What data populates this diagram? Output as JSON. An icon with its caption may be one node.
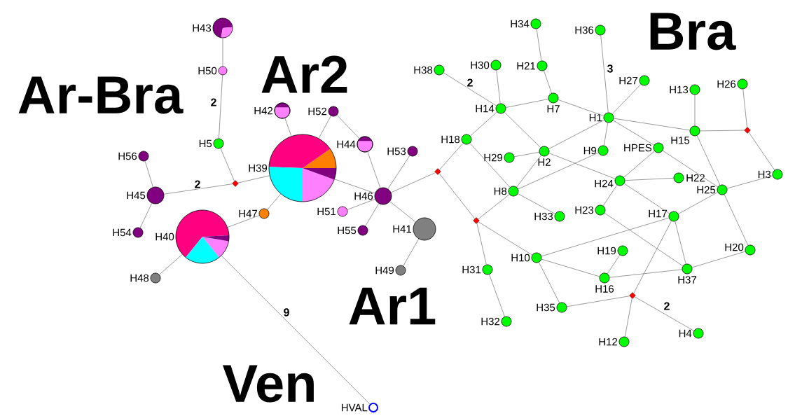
{
  "diagram": {
    "nodes": [
      {
        "text": [],
        "shape": "circle",
        "beside": [
          "H43"
        ]
      },
      {
        "text": [],
        "shape": "circle",
        "beside": [
          "H50"
        ]
      },
      {
        "text": [],
        "shape": "circle",
        "beside": [
          "H5"
        ]
      },
      {
        "text": [],
        "shape": "circle",
        "beside": [
          "H42"
        ]
      },
      {
        "text": [],
        "shape": "circle",
        "beside": [
          "H52"
        ]
      },
      {
        "text": [],
        "shape": "circle",
        "beside": [
          "H44"
        ]
      },
      {
        "text": [],
        "shape": "circle",
        "beside": [
          "H53"
        ]
      },
      {
        "text": [],
        "shape": "circle",
        "beside": [
          "H56"
        ]
      },
      {
        "text": [],
        "shape": "circle",
        "beside": [
          "H45"
        ]
      },
      {
        "text": [],
        "shape": "circle",
        "beside": [
          "H39"
        ]
      },
      {
        "text": [],
        "shape": "circle",
        "beside": [
          "H46"
        ]
      },
      {
        "text": [],
        "shape": "circle",
        "beside": [
          "H51"
        ]
      },
      {
        "text": [],
        "shape": "circle",
        "beside": [
          "H55"
        ]
      },
      {
        "text": [],
        "shape": "circle",
        "beside": [
          "H41"
        ]
      },
      {
        "text": [],
        "shape": "circle",
        "beside": [
          "H47"
        ]
      },
      {
        "text": [],
        "shape": "circle",
        "beside": [
          "H40"
        ]
      },
      {
        "text": [],
        "shape": "circle",
        "beside": [
          "H54"
        ]
      },
      {
        "text": [],
        "shape": "circle",
        "beside": [
          "H48"
        ]
      },
      {
        "text": [],
        "shape": "circle",
        "beside": [
          "H49"
        ]
      },
      {
        "text": [],
        "shape": "circle",
        "beside": [
          "HVAL"
        ]
      },
      {
        "text": [],
        "shape": "diamond"
      },
      {
        "text": [],
        "shape": "diamond"
      },
      {
        "text": [],
        "shape": "diamond"
      },
      {
        "text": [],
        "shape": "diamond"
      },
      {
        "text": [],
        "shape": "diamond"
      },
      {
        "text": [],
        "shape": "circle",
        "beside": [
          "H34"
        ]
      },
      {
        "text": [],
        "shape": "circle",
        "beside": [
          "H36"
        ]
      },
      {
        "text": [],
        "shape": "circle",
        "beside": [
          "H30"
        ]
      },
      {
        "text": [],
        "shape": "circle",
        "beside": [
          "H21"
        ]
      },
      {
        "text": [],
        "shape": "circle",
        "beside": [
          "H38"
        ]
      },
      {
        "text": [],
        "shape": "circle",
        "beside": [
          "H27"
        ]
      },
      {
        "text": [],
        "shape": "circle",
        "beside": [
          "H13"
        ]
      },
      {
        "text": [],
        "shape": "circle",
        "beside": [
          "H26"
        ]
      },
      {
        "text": [],
        "shape": "circle",
        "beside": [
          "H7"
        ]
      },
      {
        "text": [],
        "shape": "circle",
        "beside": [
          "H14"
        ]
      },
      {
        "text": [],
        "shape": "circle",
        "beside": [
          "H1"
        ]
      },
      {
        "text": [],
        "shape": "circle",
        "beside": [
          "H15"
        ]
      },
      {
        "text": [],
        "shape": "circle",
        "beside": [
          "H18"
        ]
      },
      {
        "text": [],
        "shape": "circle",
        "beside": [
          "H29"
        ]
      },
      {
        "text": [],
        "shape": "circle",
        "beside": [
          "H2"
        ]
      },
      {
        "text": [],
        "shape": "circle",
        "beside": [
          "H9"
        ]
      },
      {
        "text": [],
        "shape": "circle",
        "beside": [
          "HPES"
        ]
      },
      {
        "text": [],
        "shape": "circle",
        "beside": [
          "H22"
        ]
      },
      {
        "text": [],
        "shape": "circle",
        "beside": [
          "H24"
        ]
      },
      {
        "text": [],
        "shape": "circle",
        "beside": [
          "H3"
        ]
      },
      {
        "text": [],
        "shape": "circle",
        "beside": [
          "H25"
        ]
      },
      {
        "text": [],
        "shape": "circle",
        "beside": [
          "H8"
        ]
      },
      {
        "text": [],
        "shape": "circle",
        "beside": [
          "H33"
        ]
      },
      {
        "text": [],
        "shape": "circle",
        "beside": [
          "H23"
        ]
      },
      {
        "text": [],
        "shape": "circle",
        "beside": [
          "H17"
        ]
      },
      {
        "text": [],
        "shape": "circle",
        "beside": [
          "H19"
        ]
      },
      {
        "text": [],
        "shape": "circle",
        "beside": [
          "H10"
        ]
      },
      {
        "text": [],
        "shape": "circle",
        "beside": [
          "H16"
        ]
      },
      {
        "text": [],
        "shape": "circle",
        "beside": [
          "H37"
        ]
      },
      {
        "text": [],
        "shape": "circle",
        "beside": [
          "H20"
        ]
      },
      {
        "text": [],
        "shape": "circle",
        "beside": [
          "H31"
        ]
      },
      {
        "text": [],
        "shape": "circle",
        "beside": [
          "H35"
        ]
      },
      {
        "text": [],
        "shape": "circle",
        "beside": [
          "H32"
        ]
      },
      {
        "text": [],
        "shape": "circle",
        "beside": [
          "H12"
        ]
      },
      {
        "text": [],
        "shape": "circle",
        "beside": [
          "H4"
        ]
      }
    ],
    "edges": [
      {
        "from": 0,
        "to": 1,
        "arrow": "none"
      },
      {
        "from": 1,
        "to": 2,
        "arrow": "none",
        "label": "2"
      },
      {
        "from": 2,
        "to": 20,
        "arrow": "none"
      },
      {
        "from": 8,
        "to": 20,
        "arrow": "none",
        "label": "2"
      },
      {
        "from": 20,
        "to": 9,
        "arrow": "none"
      },
      {
        "from": 7,
        "to": 8,
        "arrow": "none"
      },
      {
        "from": 8,
        "to": 16,
        "arrow": "none"
      },
      {
        "from": 3,
        "to": 9,
        "arrow": "none"
      },
      {
        "from": 4,
        "to": 9,
        "arrow": "none"
      },
      {
        "from": 4,
        "to": 5,
        "arrow": "none"
      },
      {
        "from": 5,
        "to": 10,
        "arrow": "none"
      },
      {
        "from": 6,
        "to": 10,
        "arrow": "none"
      },
      {
        "from": 9,
        "to": 10,
        "arrow": "none"
      },
      {
        "from": 11,
        "to": 10,
        "arrow": "none"
      },
      {
        "from": 12,
        "to": 10,
        "arrow": "none"
      },
      {
        "from": 13,
        "to": 10,
        "arrow": "none"
      },
      {
        "from": 13,
        "to": 18,
        "arrow": "none"
      },
      {
        "from": 14,
        "to": 9,
        "arrow": "none"
      },
      {
        "from": 14,
        "to": 15,
        "arrow": "none"
      },
      {
        "from": 15,
        "to": 17,
        "arrow": "none"
      },
      {
        "from": 15,
        "to": 19,
        "arrow": "none",
        "label": "9"
      },
      {
        "from": 10,
        "to": 21,
        "arrow": "none"
      },
      {
        "from": 21,
        "to": 37,
        "arrow": "none"
      },
      {
        "from": 21,
        "to": 22,
        "arrow": "none"
      },
      {
        "from": 37,
        "to": 34,
        "arrow": "none"
      },
      {
        "from": 37,
        "to": 46,
        "arrow": "none"
      },
      {
        "from": 29,
        "to": 34,
        "arrow": "none",
        "label": "2"
      },
      {
        "from": 27,
        "to": 34,
        "arrow": "none"
      },
      {
        "from": 34,
        "to": 33,
        "arrow": "none"
      },
      {
        "from": 34,
        "to": 39,
        "arrow": "none"
      },
      {
        "from": 25,
        "to": 28,
        "arrow": "none"
      },
      {
        "from": 28,
        "to": 33,
        "arrow": "none"
      },
      {
        "from": 33,
        "to": 35,
        "arrow": "none"
      },
      {
        "from": 26,
        "to": 35,
        "arrow": "none",
        "label": "3"
      },
      {
        "from": 30,
        "to": 35,
        "arrow": "none"
      },
      {
        "from": 35,
        "to": 39,
        "arrow": "none"
      },
      {
        "from": 35,
        "to": 40,
        "arrow": "none"
      },
      {
        "from": 35,
        "to": 36,
        "arrow": "none"
      },
      {
        "from": 35,
        "to": 41,
        "arrow": "none"
      },
      {
        "from": 39,
        "to": 38,
        "arrow": "none"
      },
      {
        "from": 39,
        "to": 46,
        "arrow": "none"
      },
      {
        "from": 39,
        "to": 43,
        "arrow": "none"
      },
      {
        "from": 46,
        "to": 40,
        "arrow": "none"
      },
      {
        "from": 46,
        "to": 22,
        "arrow": "none"
      },
      {
        "from": 46,
        "to": 47,
        "arrow": "none"
      },
      {
        "from": 22,
        "to": 55,
        "arrow": "none"
      },
      {
        "from": 22,
        "to": 51,
        "arrow": "none"
      },
      {
        "from": 55,
        "to": 57,
        "arrow": "none"
      },
      {
        "from": 41,
        "to": 43,
        "arrow": "none"
      },
      {
        "from": 41,
        "to": 45,
        "arrow": "none"
      },
      {
        "from": 43,
        "to": 42,
        "arrow": "none"
      },
      {
        "from": 43,
        "to": 48,
        "arrow": "none"
      },
      {
        "from": 43,
        "to": 49,
        "arrow": "none"
      },
      {
        "from": 48,
        "to": 53,
        "arrow": "none"
      },
      {
        "from": 36,
        "to": 31,
        "arrow": "none"
      },
      {
        "from": 36,
        "to": 23,
        "arrow": "none"
      },
      {
        "from": 36,
        "to": 45,
        "arrow": "none"
      },
      {
        "from": 23,
        "to": 32,
        "arrow": "none"
      },
      {
        "from": 23,
        "to": 44,
        "arrow": "none"
      },
      {
        "from": 45,
        "to": 44,
        "arrow": "none"
      },
      {
        "from": 45,
        "to": 49,
        "arrow": "none"
      },
      {
        "from": 45,
        "to": 54,
        "arrow": "none"
      },
      {
        "from": 49,
        "to": 51,
        "arrow": "none"
      },
      {
        "from": 49,
        "to": 53,
        "arrow": "none"
      },
      {
        "from": 49,
        "to": 24,
        "arrow": "none"
      },
      {
        "from": 54,
        "to": 53,
        "arrow": "none"
      },
      {
        "from": 51,
        "to": 52,
        "arrow": "none"
      },
      {
        "from": 51,
        "to": 56,
        "arrow": "none"
      },
      {
        "from": 50,
        "to": 52,
        "arrow": "none"
      },
      {
        "from": 52,
        "to": 53,
        "arrow": "none"
      },
      {
        "from": 56,
        "to": 24,
        "arrow": "none"
      },
      {
        "from": 24,
        "to": 58,
        "arrow": "none"
      },
      {
        "from": 24,
        "to": 59,
        "arrow": "none",
        "label": "2"
      }
    ],
    "labels": [
      "Bra",
      "Ar2",
      "Ar-Bra",
      "Ar1",
      "Ven"
    ]
  }
}
